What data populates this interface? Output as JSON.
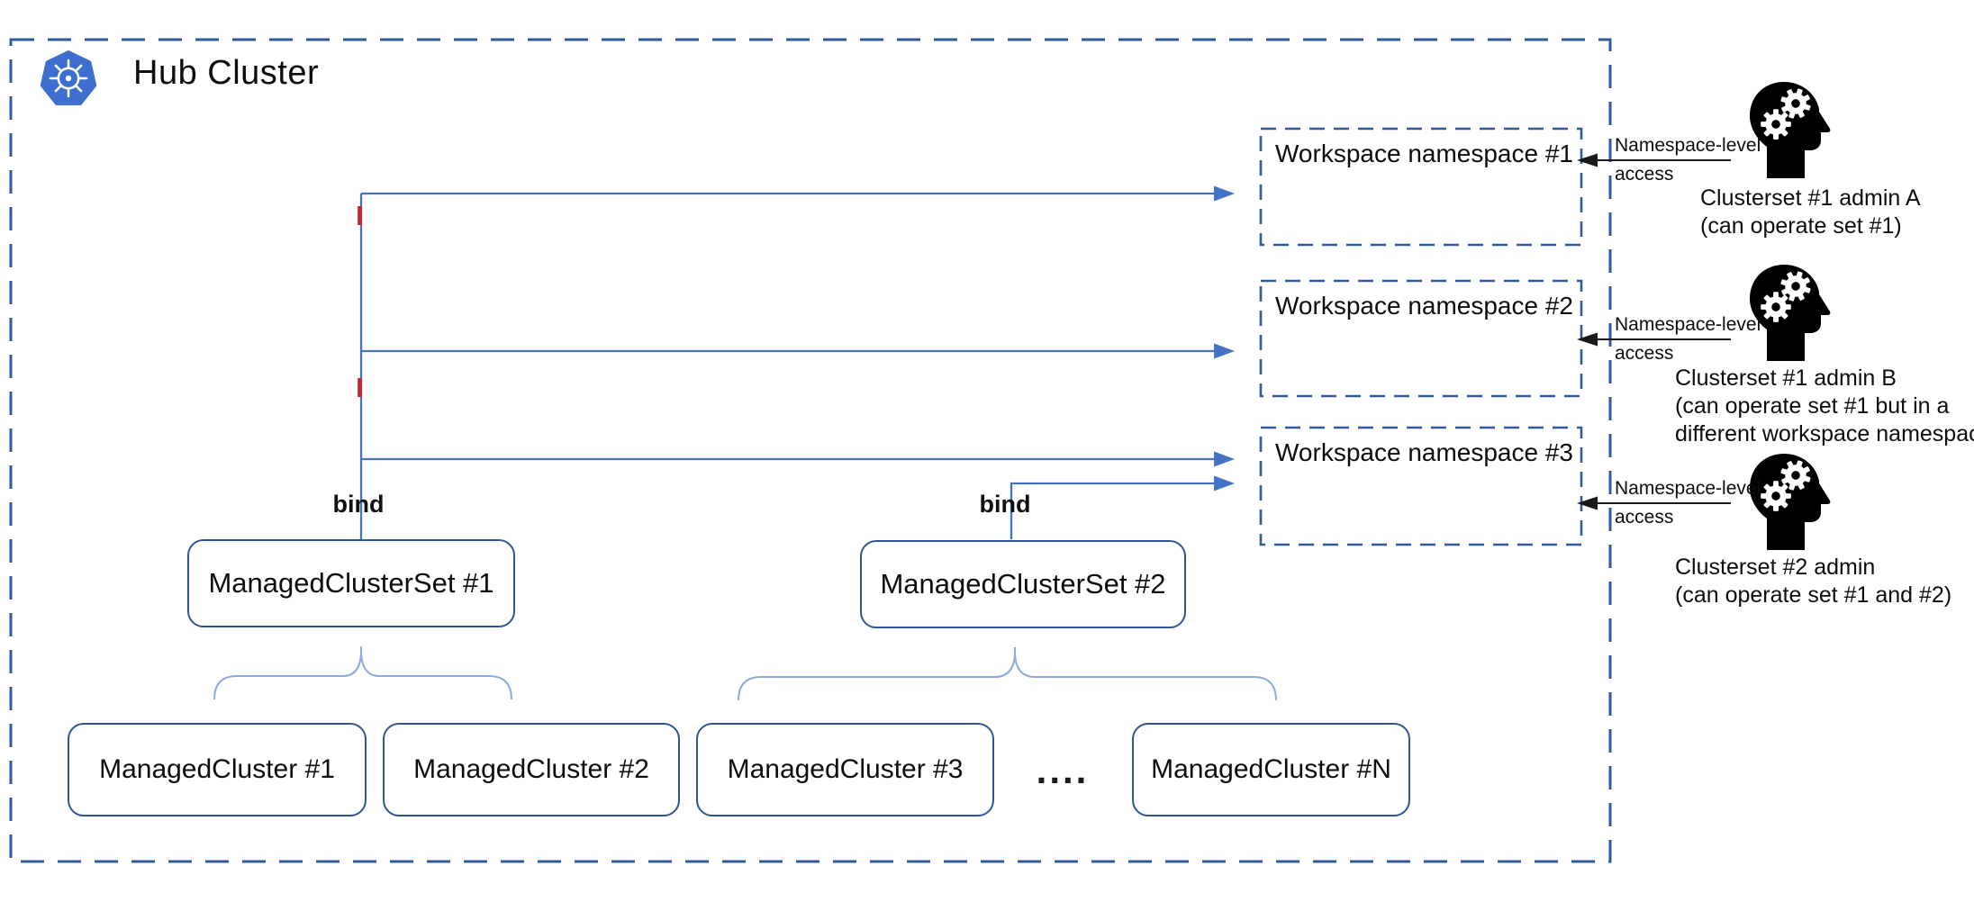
{
  "hub": {
    "title": "Hub Cluster",
    "logo_icon": "kubernetes-logo"
  },
  "workspaces": [
    {
      "label": "Workspace namespace #1"
    },
    {
      "label": "Workspace namespace #2"
    },
    {
      "label": "Workspace namespace #3"
    }
  ],
  "cluster_sets": [
    {
      "label": "ManagedClusterSet #1",
      "bind_label": "bind"
    },
    {
      "label": "ManagedClusterSet #2",
      "bind_label": "bind"
    }
  ],
  "clusters": [
    {
      "label": "ManagedCluster #1"
    },
    {
      "label": "ManagedCluster #2"
    },
    {
      "label": "ManagedCluster #3"
    },
    {
      "label": "ManagedCluster #N"
    }
  ],
  "ellipsis": "....",
  "admins": [
    {
      "name": "Clusterset #1 admin A",
      "note_lines": [
        "(can operate set #1)"
      ],
      "access_label": {
        "line1": "Namespace-level",
        "line2": "access"
      }
    },
    {
      "name": "Clusterset #1 admin B",
      "note_lines": [
        "(can operate set #1 but in a",
        "different workspace namespace)"
      ],
      "access_label": {
        "line1": "Namespace-level",
        "line2": "access"
      }
    },
    {
      "name": "Clusterset #2 admin",
      "note_lines": [
        "(can operate set #1 and #2)"
      ],
      "access_label": {
        "line1": "Namespace-level",
        "line2": "access"
      }
    }
  ],
  "colors": {
    "connector_blue": "#4472C4",
    "solid_box_border": "#2F5597",
    "dashed_border_blue": "#31599B",
    "brace_blue": "#8FAADC",
    "tick_red": "#C8232C",
    "kubernetes_blue": "#3D6ED0",
    "text_black": "#111111"
  }
}
